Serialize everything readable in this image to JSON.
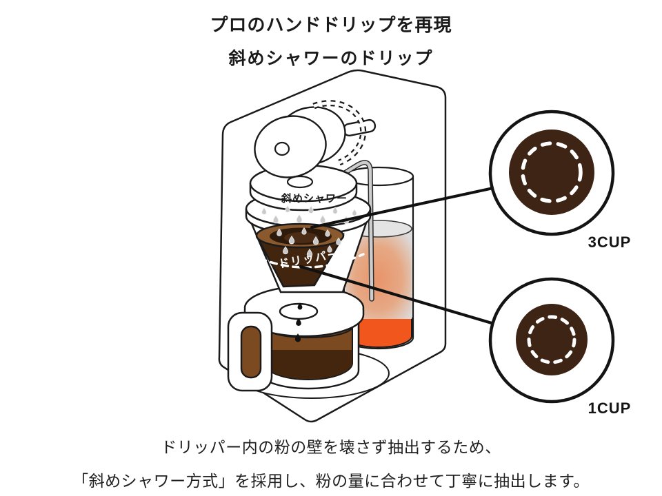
{
  "title": {
    "line1": "プロのハンドドリップを再現",
    "line2": "斜めシャワーのドリップ"
  },
  "diagram": {
    "shower_label": "斜めシャワー",
    "dripper_label": "ドリッパー",
    "callouts": [
      {
        "label": "3CUP"
      },
      {
        "label": "1CUP"
      }
    ]
  },
  "footer": {
    "line1": "ドリッパー内の粉の壁を壊さず抽出するため、",
    "line2": "「斜めシャワー方式」を採用し、粉の量に合わせて丁寧に抽出します。"
  },
  "colors": {
    "outline": "#1a1a1a",
    "coffee_grounds": "#3D2415",
    "dripper_cone": "#42250F",
    "coffee": "#7B4A21",
    "heater_orange": "#F1571C",
    "warm_water": "#E89B6E",
    "droplet_gray": "#C9C9C9"
  }
}
